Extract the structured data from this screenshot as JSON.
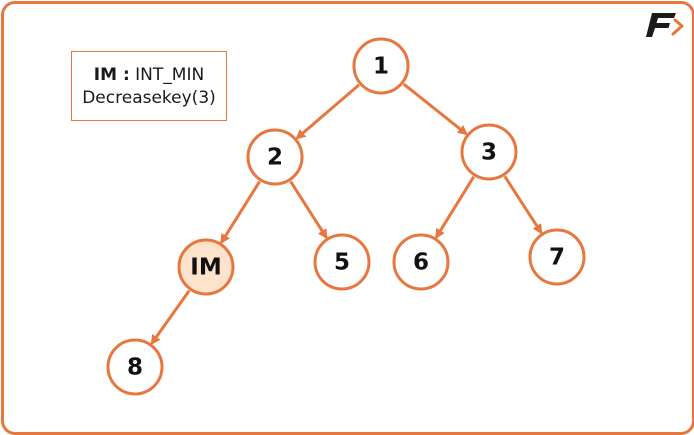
{
  "legend": {
    "key": "IM :",
    "value": "INT_MIN",
    "operation": "Decreasekey(3)"
  },
  "colors": {
    "accent": "#e8773f",
    "highlight_fill": "#fde3cc",
    "logo_dark": "#1a1a1a"
  },
  "logo": {
    "icon": "f-arrow-logo-icon"
  },
  "tree": {
    "nodes": [
      {
        "id": "n1",
        "label": "1",
        "highlighted": false
      },
      {
        "id": "n2",
        "label": "2",
        "highlighted": false
      },
      {
        "id": "n3",
        "label": "3",
        "highlighted": false
      },
      {
        "id": "nIM",
        "label": "IM",
        "highlighted": true
      },
      {
        "id": "n5",
        "label": "5",
        "highlighted": false
      },
      {
        "id": "n6",
        "label": "6",
        "highlighted": false
      },
      {
        "id": "n7",
        "label": "7",
        "highlighted": false
      },
      {
        "id": "n8",
        "label": "8",
        "highlighted": false
      }
    ],
    "edges": [
      {
        "from": "n1",
        "to": "n2"
      },
      {
        "from": "n1",
        "to": "n3"
      },
      {
        "from": "n2",
        "to": "nIM"
      },
      {
        "from": "n2",
        "to": "n5"
      },
      {
        "from": "n3",
        "to": "n6"
      },
      {
        "from": "n3",
        "to": "n7"
      },
      {
        "from": "nIM",
        "to": "n8"
      }
    ]
  }
}
